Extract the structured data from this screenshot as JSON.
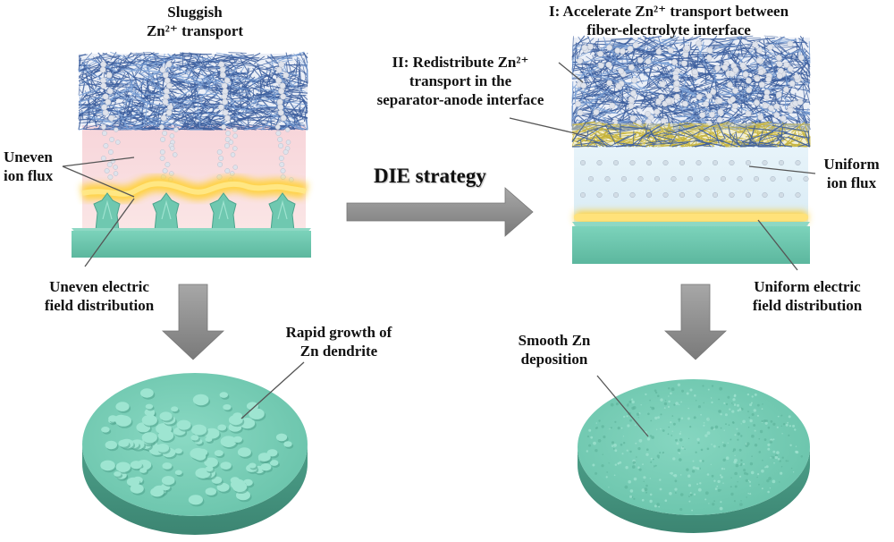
{
  "labels": {
    "sluggish_l1": "Sluggish",
    "sluggish_l2": "Zn²⁺ transport",
    "uneven_ion_l1": "Uneven",
    "uneven_ion_l2": "ion flux",
    "uneven_field_l1": "Uneven electric",
    "uneven_field_l2": "field distribution",
    "dendrite_l1": "Rapid growth of",
    "dendrite_l2": "Zn dendrite",
    "strategy": "DIE strategy",
    "accel_l1": "I:  Accelerate Zn²⁺ transport between",
    "accel_l2": "fiber-electrolyte interface",
    "redis_l1": "II: Redistribute Zn²⁺",
    "redis_l2": "transport in the",
    "redis_l3": "separator-anode interface",
    "uniform_ion_l1": "Uniform",
    "uniform_ion_l2": "ion flux",
    "uniform_field_l1": "Uniform electric",
    "uniform_field_l2": "field distribution",
    "smooth_l1": "Smooth Zn",
    "smooth_l2": "deposition"
  },
  "colors": {
    "fiber": "#3d5f9e",
    "ion": "#dfe3ec",
    "zinc": "#6fc8b0",
    "zinc_dark": "#4aa48c",
    "field_glow": "#ffd23c",
    "left_electrolyte": "#f8d6d8",
    "right_electrolyte": "#dcedf6",
    "arrow": "#8c8c8c"
  }
}
